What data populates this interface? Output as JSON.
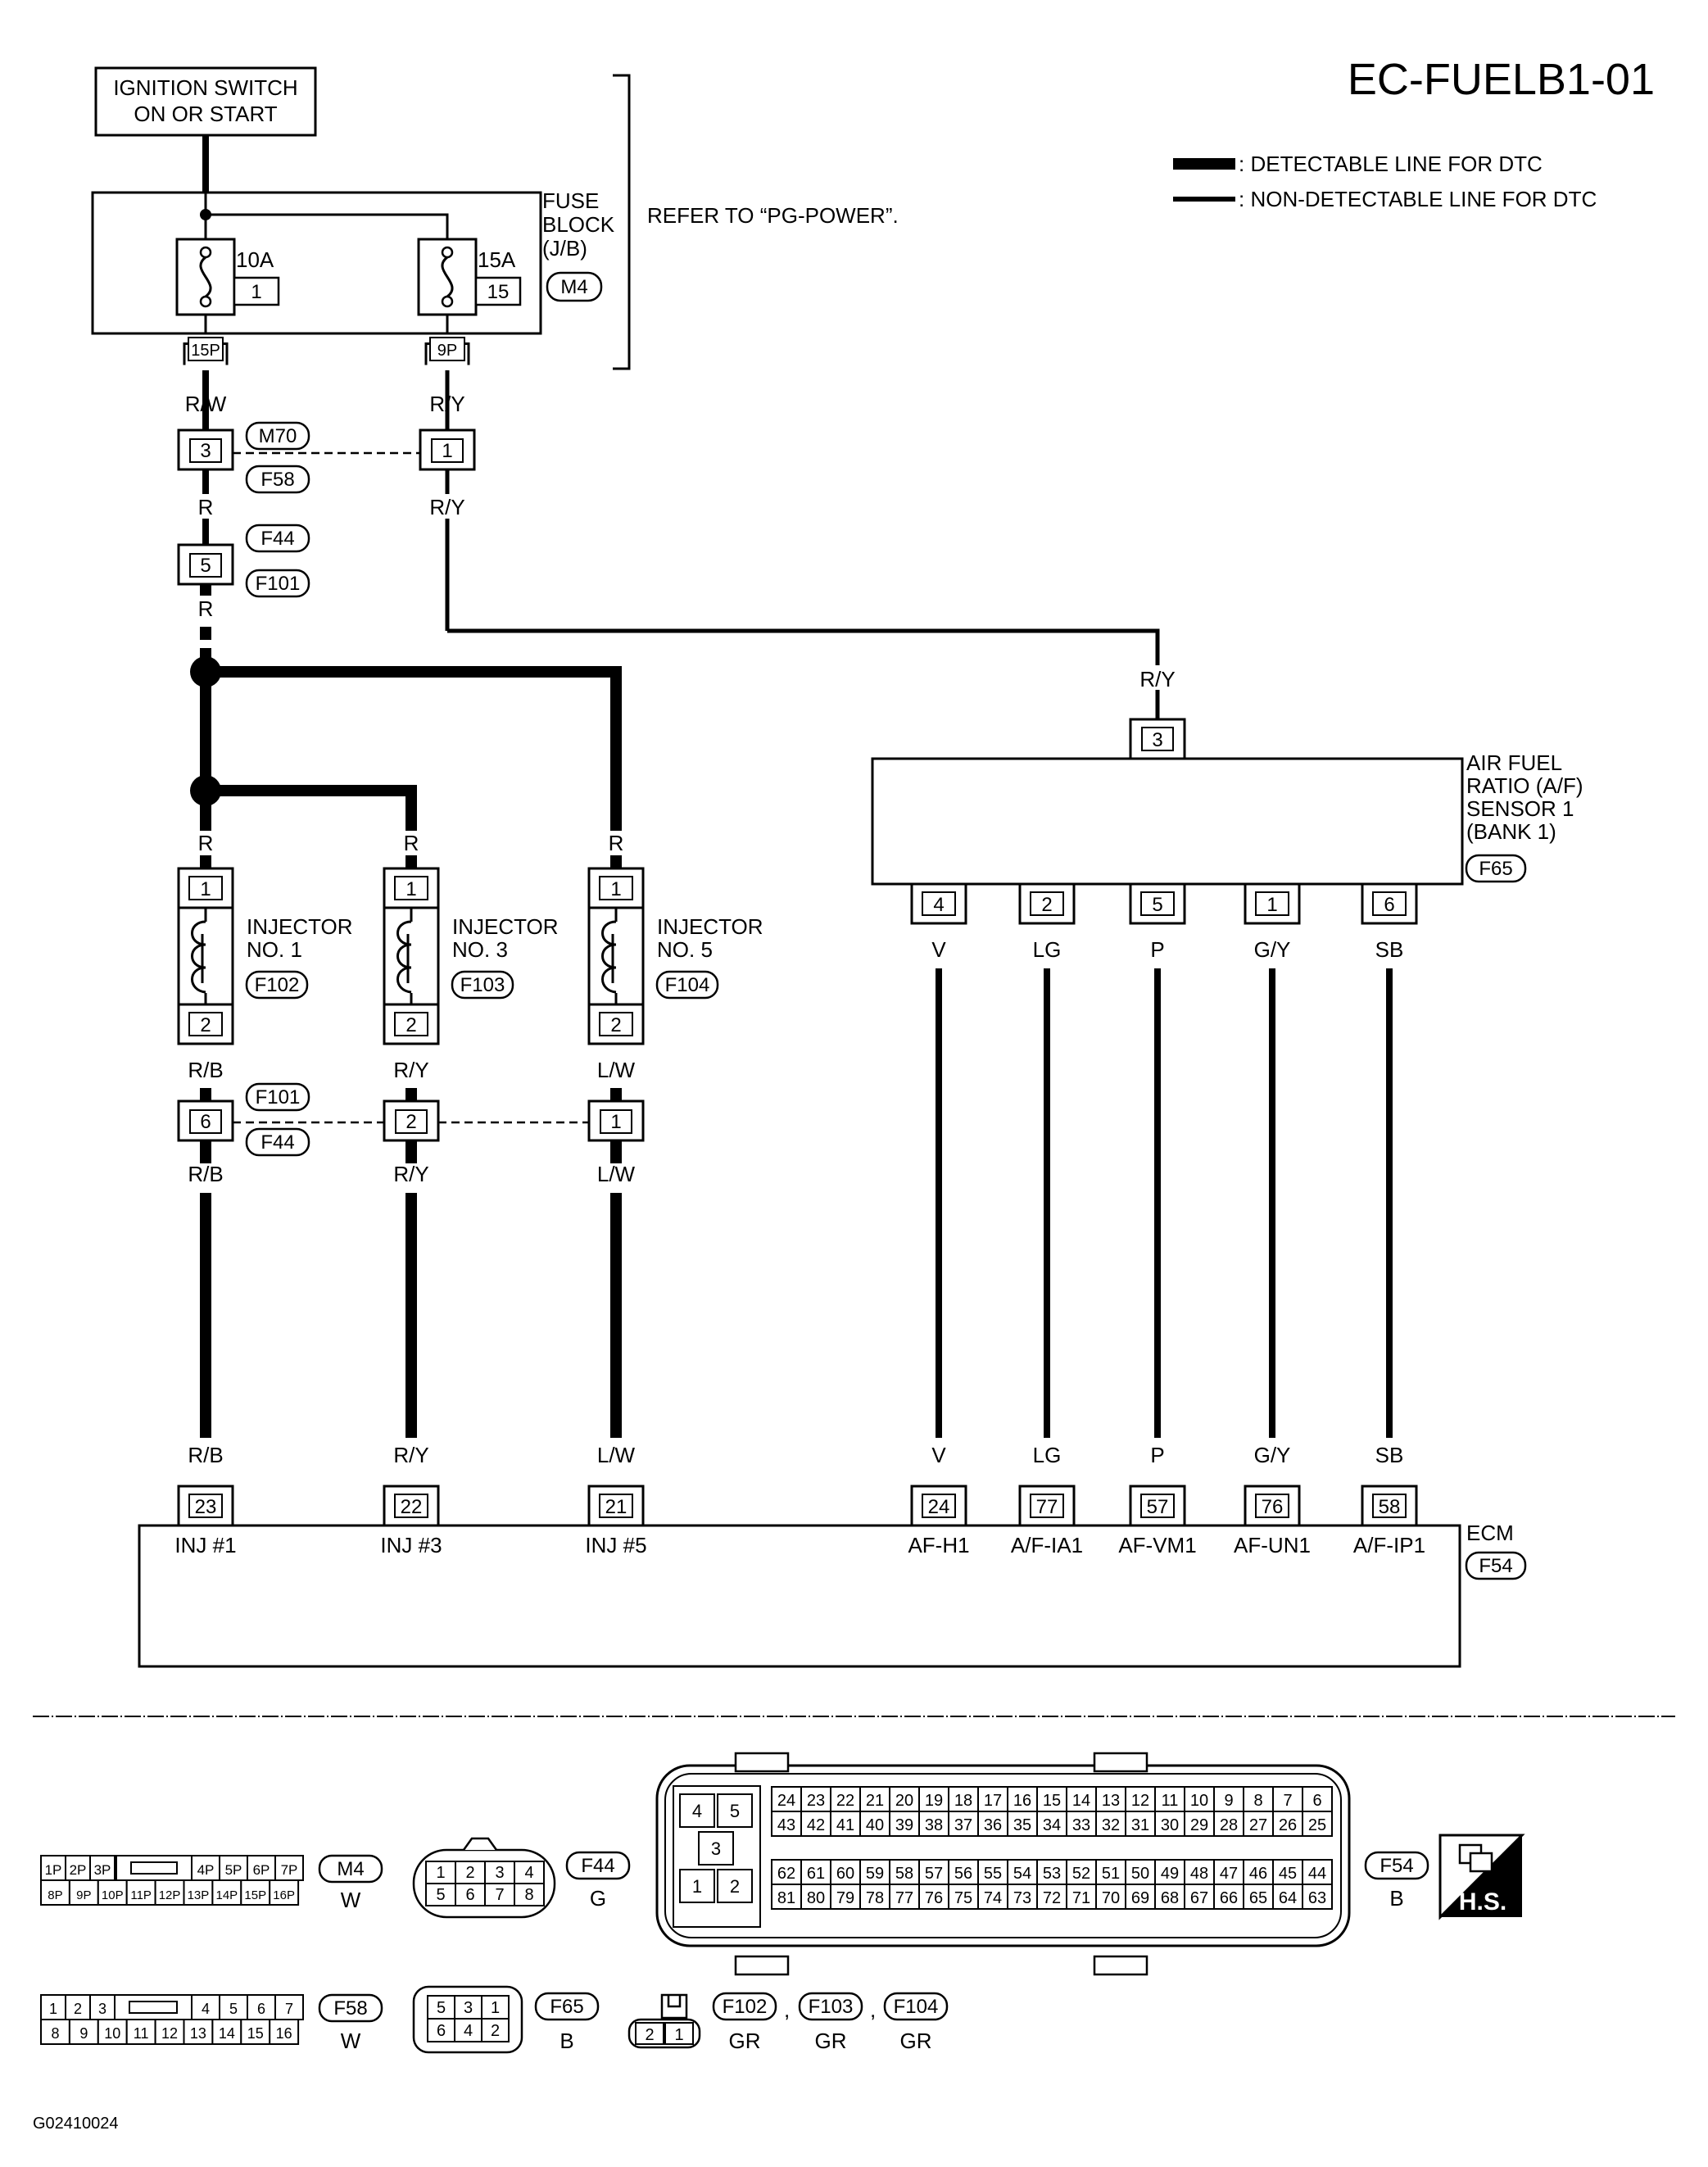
{
  "title": "EC-FUELB1-01",
  "legend": {
    "detectable": ": DETECTABLE LINE FOR DTC",
    "non_detectable": ": NON-DETECTABLE LINE FOR DTC"
  },
  "ignition_switch": {
    "line1": "IGNITION SWITCH",
    "line2": "ON OR START"
  },
  "fuse_block": {
    "label": [
      "FUSE",
      "BLOCK",
      "(J/B)"
    ],
    "connector": "M4",
    "refer": "REFER TO “PG-POWER”.",
    "fuse_left": {
      "amps": "10A",
      "no": "1",
      "pin": "15P"
    },
    "fuse_right": {
      "amps": "15A",
      "no": "15",
      "pin": "9P"
    }
  },
  "wires": {
    "rw": "R/W",
    "ry": "R/Y",
    "r": "R",
    "rb": "R/B",
    "lw": "L/W",
    "v": "V",
    "lg": "LG",
    "p": "P",
    "gy": "G/Y",
    "sb": "SB"
  },
  "joint_connectors": {
    "m70": "M70",
    "f58": "F58",
    "f44": "F44",
    "f101": "F101",
    "pin3": "3",
    "pin1": "1",
    "pin5": "5",
    "pin6": "6",
    "pin2": "2"
  },
  "injectors": [
    {
      "line1": "INJECTOR",
      "line2": "NO. 1",
      "connector": "F102",
      "pin_top": "1",
      "pin_bottom": "2"
    },
    {
      "line1": "INJECTOR",
      "line2": "NO. 3",
      "connector": "F103",
      "pin_top": "1",
      "pin_bottom": "2"
    },
    {
      "line1": "INJECTOR",
      "line2": "NO. 5",
      "connector": "F104",
      "pin_top": "1",
      "pin_bottom": "2"
    }
  ],
  "af_sensor": {
    "label": [
      "AIR FUEL",
      "RATIO (A/F)",
      "SENSOR 1",
      "(BANK 1)"
    ],
    "connector": "F65",
    "top_pin": "3",
    "pins": [
      "4",
      "2",
      "5",
      "1",
      "6"
    ]
  },
  "ecm": {
    "label": "ECM",
    "connector": "F54",
    "pins": [
      "23",
      "22",
      "21",
      "24",
      "77",
      "57",
      "76",
      "58"
    ],
    "terminals": [
      "INJ #1",
      "INJ #3",
      "INJ #5",
      "AF-H1",
      "A/F-IA1",
      "AF-VM1",
      "AF-UN1",
      "A/F-IP1"
    ]
  },
  "connector_views": {
    "m4": {
      "id": "M4",
      "color": "W",
      "row1": [
        "1P",
        "2P",
        "3P",
        "4P",
        "5P",
        "6P",
        "7P"
      ],
      "row2": [
        "8P",
        "9P",
        "10P",
        "11P",
        "12P",
        "13P",
        "14P",
        "15P",
        "16P"
      ]
    },
    "f44": {
      "id": "F44",
      "color": "G",
      "row1": [
        "1",
        "2",
        "3",
        "4"
      ],
      "row2": [
        "5",
        "6",
        "7",
        "8"
      ]
    },
    "f54": {
      "id": "F54",
      "color": "B",
      "left": [
        "4",
        "5",
        "3",
        "1",
        "2"
      ],
      "r1": [
        "24",
        "23",
        "22",
        "21",
        "20",
        "19",
        "18",
        "17",
        "16",
        "15",
        "14",
        "13",
        "12",
        "11",
        "10",
        "9",
        "8",
        "7",
        "6"
      ],
      "r2": [
        "43",
        "42",
        "41",
        "40",
        "39",
        "38",
        "37",
        "36",
        "35",
        "34",
        "33",
        "32",
        "31",
        "30",
        "29",
        "28",
        "27",
        "26",
        "25"
      ],
      "r3": [
        "62",
        "61",
        "60",
        "59",
        "58",
        "57",
        "56",
        "55",
        "54",
        "53",
        "52",
        "51",
        "50",
        "49",
        "48",
        "47",
        "46",
        "45",
        "44"
      ],
      "r4": [
        "81",
        "80",
        "79",
        "78",
        "77",
        "76",
        "75",
        "74",
        "73",
        "72",
        "71",
        "70",
        "69",
        "68",
        "67",
        "66",
        "65",
        "64",
        "63"
      ]
    },
    "hs": "H.S.",
    "f58": {
      "id": "F58",
      "color": "W",
      "row1": [
        "1",
        "2",
        "3",
        "4",
        "5",
        "6",
        "7"
      ],
      "row2": [
        "8",
        "9",
        "10",
        "11",
        "12",
        "13",
        "14",
        "15",
        "16"
      ]
    },
    "f65": {
      "id": "F65",
      "color": "B",
      "row1": [
        "5",
        "3",
        "1"
      ],
      "row2": [
        "6",
        "4",
        "2"
      ]
    },
    "f102": {
      "ids": [
        "F102",
        "F103",
        "F104"
      ],
      "colors": [
        "GR",
        "GR",
        "GR"
      ],
      "pins": [
        "2",
        "1"
      ],
      "sep": ","
    }
  },
  "figure_code": "G02410024"
}
